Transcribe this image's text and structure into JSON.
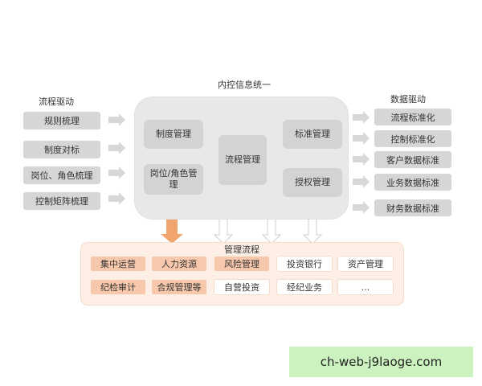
{
  "title": "内控信息统一",
  "left": {
    "heading": "流程驱动",
    "items": [
      "规则梳理",
      "制度对标",
      "岗位、角色梳理",
      "控制矩阵梳理"
    ]
  },
  "right": {
    "heading": "数据驱动",
    "items": [
      "流程标准化",
      "控制标准化",
      "客户数据标准",
      "业务数据标准",
      "财务数据标准"
    ]
  },
  "center": {
    "system": "制度管理",
    "position": "岗位/角色管理",
    "process": "流程管理",
    "standard": "标准管理",
    "authorization": "授权管理"
  },
  "management": {
    "heading": "管理流程",
    "row1": [
      "集中运营",
      "人力资源",
      "风险管理",
      "投资银行",
      "资产管理"
    ],
    "row2": [
      "纪检审计",
      "合规管理等",
      "自营投资",
      "经纪业务",
      "..."
    ]
  },
  "watermark": "ch-web-j9laoge.com",
  "colors": {
    "panel": "#e8e8e8",
    "box": "#d6d6d6",
    "management_bg": "#fdeee6",
    "orange_cell": "#f7c8ac",
    "orange_arrow": "#f0a56e",
    "watermark_bg": "#ccf2c0"
  }
}
